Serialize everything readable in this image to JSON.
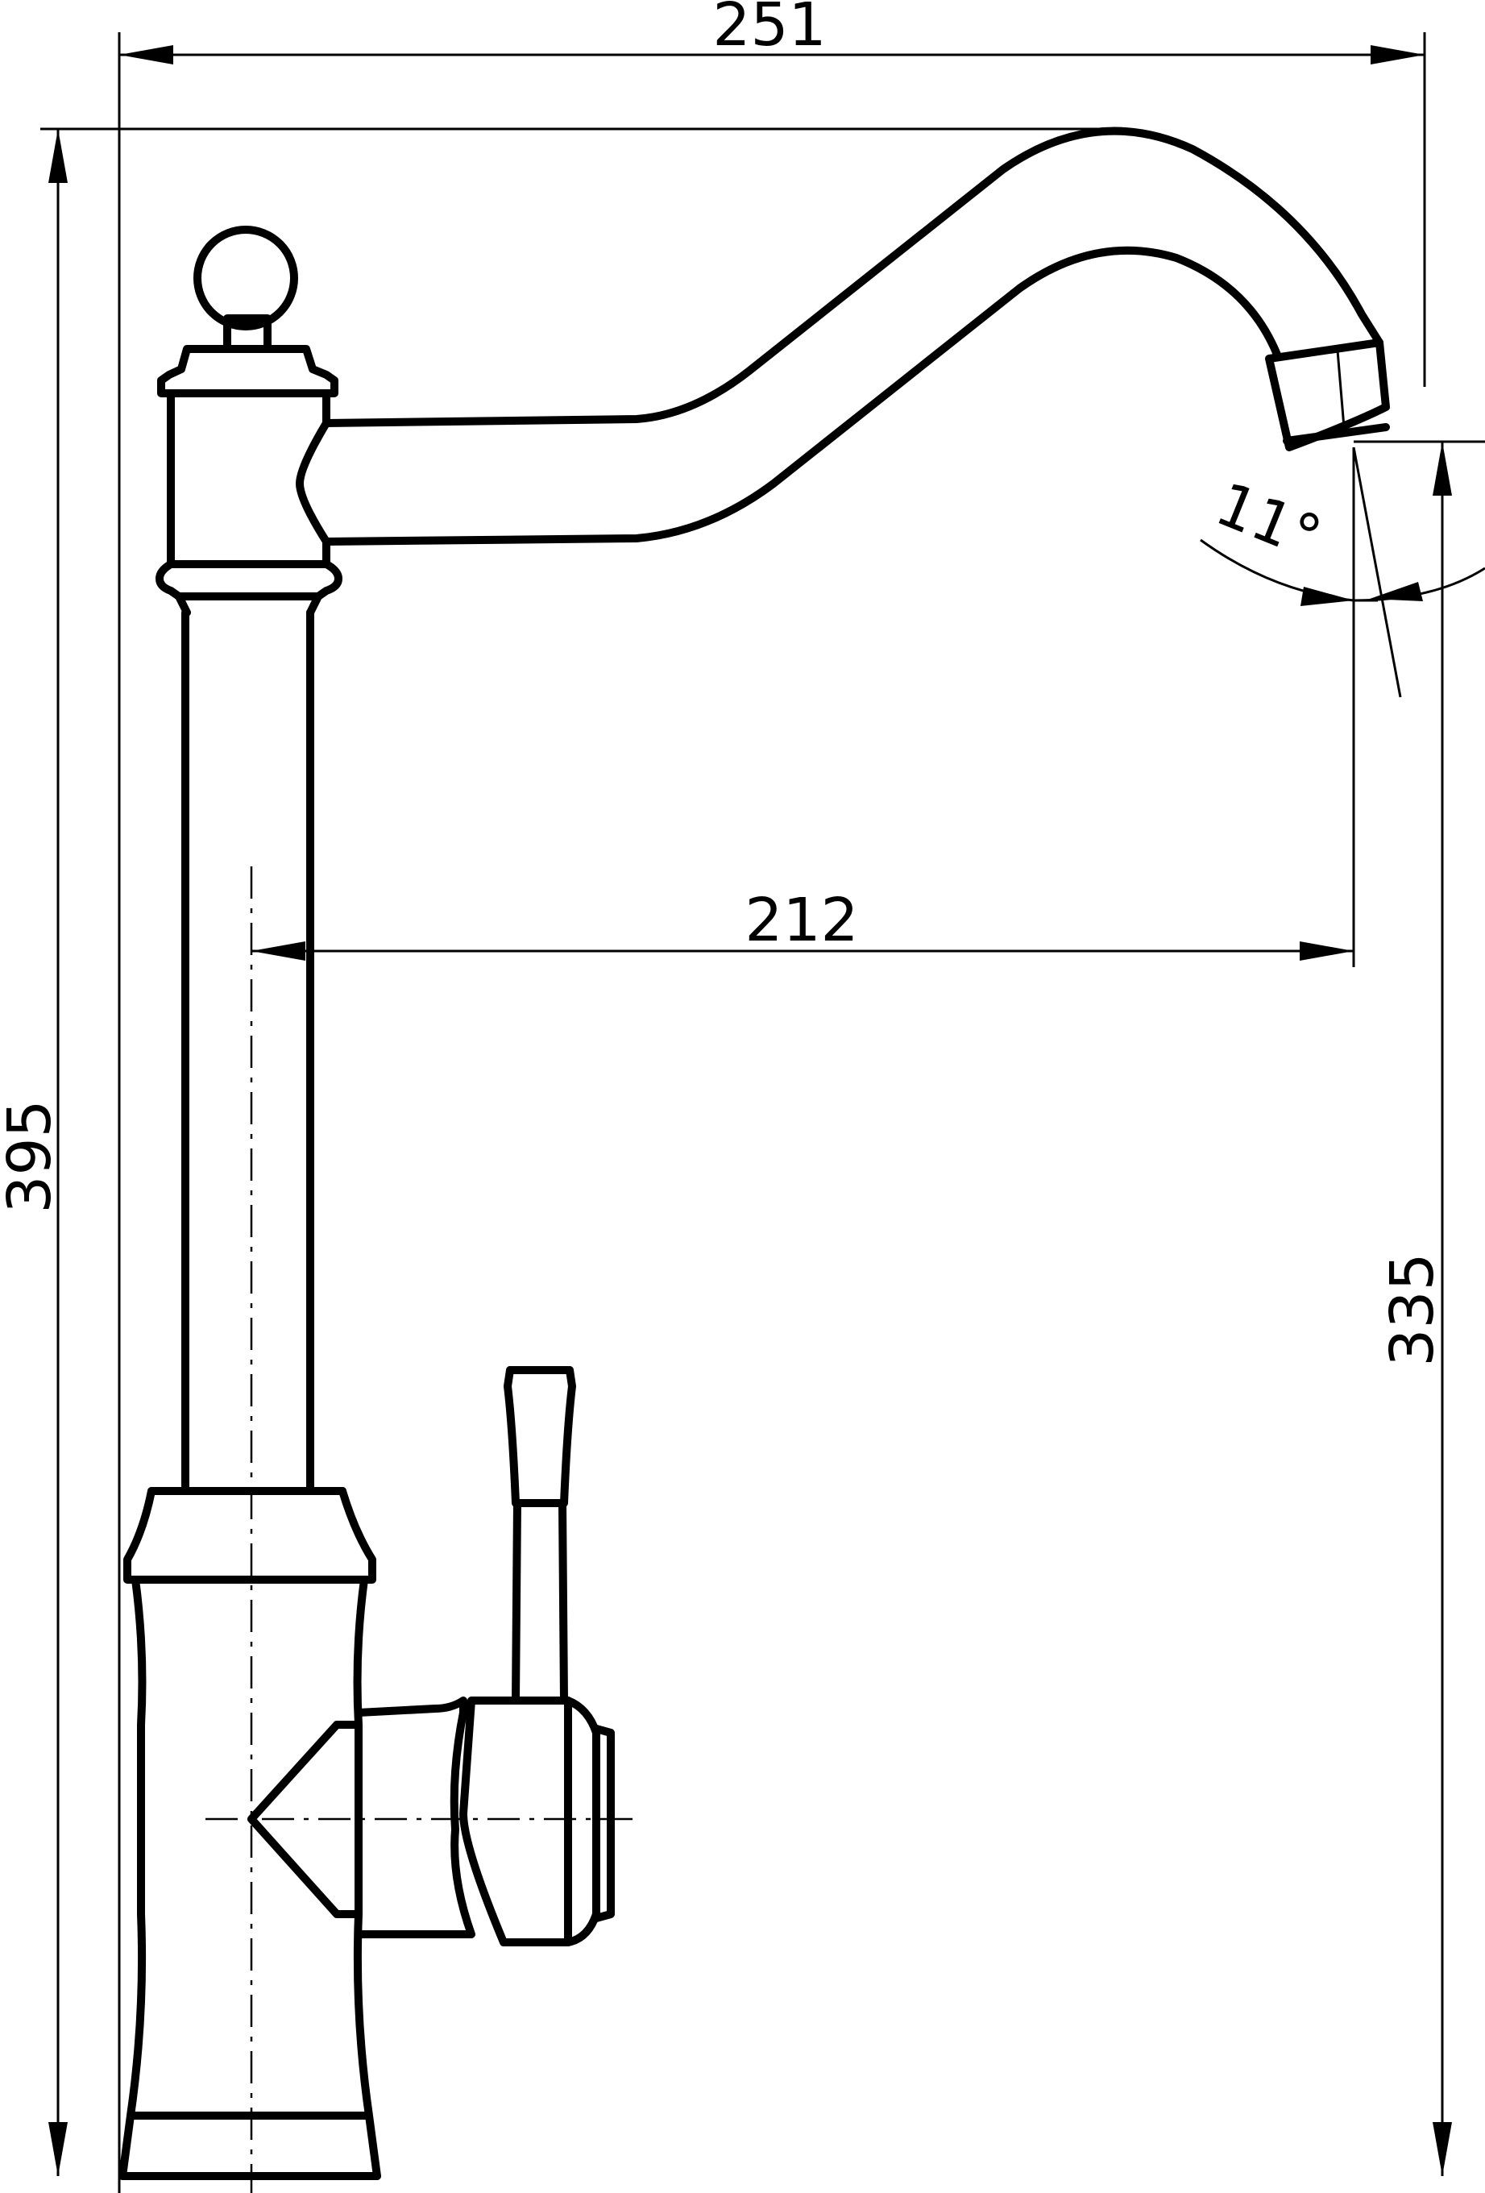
{
  "drawing": {
    "subject": "faucet-side-elevation",
    "dimensions": {
      "overall_width": "251",
      "overall_height": "395",
      "spout_reach": "212",
      "spout_outlet_height": "335",
      "outlet_angle": "11°"
    }
  }
}
